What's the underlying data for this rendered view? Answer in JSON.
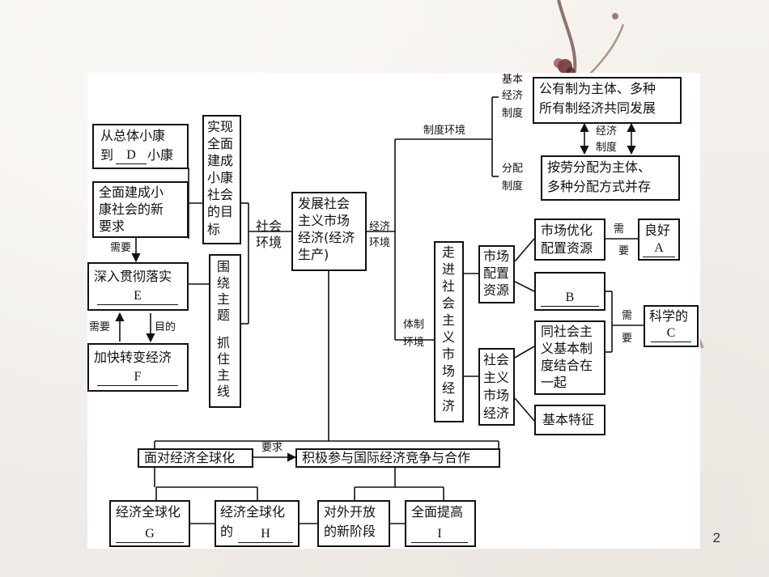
{
  "page_number": "2",
  "center": {
    "lines": [
      "发展社会",
      "主义市场",
      "经济(经济",
      "生产)"
    ]
  },
  "left": {
    "goal_vertical": [
      "实现",
      "全面",
      "建成",
      "小康",
      "社会",
      "的目",
      "标"
    ],
    "box_xiaokang": {
      "line1": "从总体小康",
      "line2_pre": "到",
      "blank": "D",
      "line2_post": "小康"
    },
    "box_new_req": [
      "全面建成小",
      "康社会的新",
      "要求"
    ],
    "need1": "需要",
    "box_e": {
      "text": "深入贯彻落实",
      "blank": "E"
    },
    "need2": "需要",
    "purpose": "目的",
    "box_f": {
      "text": "加快转变经济",
      "blank": "F"
    },
    "theme_vertical": [
      "围",
      "绕",
      "主",
      "题",
      "",
      "抓",
      "住",
      "主",
      "线"
    ],
    "social_env": [
      "社会",
      "环境"
    ]
  },
  "right": {
    "institution_env": "制度环境",
    "econ_env": [
      "经济",
      "环境"
    ],
    "basic_econ_system": [
      "基本",
      "经济",
      "制度"
    ],
    "ownership_box": [
      "公有制为主体、多种",
      "所有制经济共同发展"
    ],
    "econ_system": [
      "经济",
      "制度"
    ],
    "distribution_system": [
      "分配",
      "制度"
    ],
    "distribution_box": [
      "按劳分配为主体、",
      "多种分配方式并存"
    ],
    "system_env": [
      "体制",
      "环境"
    ],
    "market_vertical": [
      "走",
      "进",
      "社",
      "会",
      "主",
      "义",
      "市",
      "场",
      "经",
      "济"
    ],
    "market_alloc": [
      "市场",
      "配置",
      "资源"
    ],
    "market_opt": [
      "市场优化",
      "配置资源"
    ],
    "need_req": [
      "需",
      "要"
    ],
    "good": {
      "text": "良好",
      "blank": "A"
    },
    "blank_b": "B",
    "need3": [
      "需",
      "要"
    ],
    "science": {
      "text": "科学的",
      "blank": "C"
    },
    "socialist_market": [
      "社会",
      "主义",
      "市场",
      "经济"
    ],
    "combine_box": [
      "同社会主",
      "义基本制",
      "度结合在",
      "一起"
    ],
    "basic_features": "基本特征"
  },
  "bottom": {
    "globalization_face": "面对经济全球化",
    "requires": "要求",
    "participate": "积极参与国际经济竞争与合作",
    "glob_g": {
      "text": "经济全球化",
      "blank": "G"
    },
    "glob_h": {
      "text_pre": "经济全球化",
      "text2": "的",
      "blank": "H"
    },
    "opening": [
      "对外开放",
      "的新阶段"
    ],
    "improve": {
      "text": "全面提高",
      "blank": "I"
    }
  }
}
